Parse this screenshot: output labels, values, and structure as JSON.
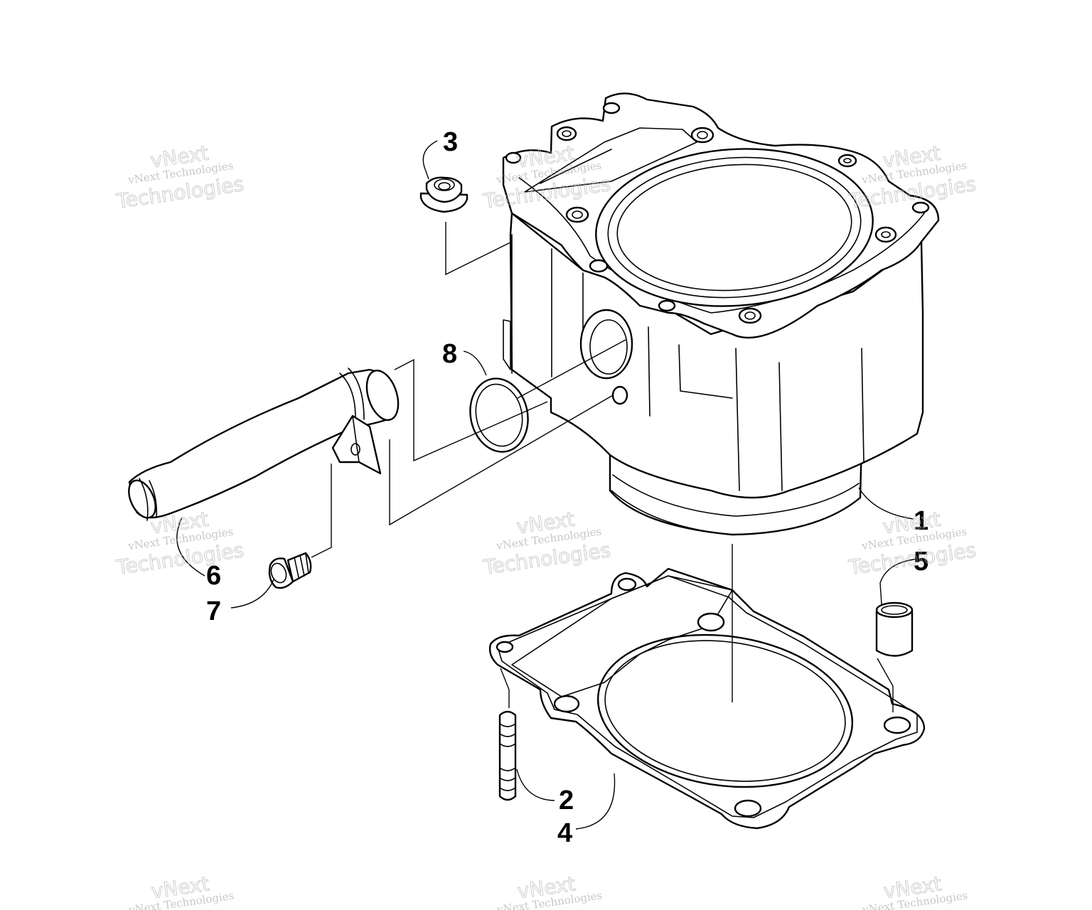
{
  "watermark": {
    "line1": "vNext",
    "line2": "vNext Technologies",
    "line3": "Technologies"
  },
  "callouts": {
    "c1": "1",
    "c2": "2",
    "c3": "3",
    "c4": "4",
    "c5": "5",
    "c6": "6",
    "c7": "7",
    "c8": "8"
  }
}
